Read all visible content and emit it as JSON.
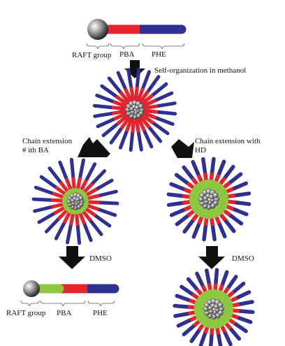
{
  "labels": {
    "top_raft": "RAFT group",
    "top_pba": "PBA",
    "top_phe": "PHE",
    "self_org": "Self-organization in methanol",
    "chain_ba_line1": "Chain extension",
    "chain_ba_line2": "# ith BA",
    "chain_hd_line1": "Chain extension with",
    "chain_hd_line2": "HD",
    "dmso_left": "DMSO",
    "dmso_right": "DMSO",
    "bottom_raft": "RAFT group",
    "bottom_pba": "PBA",
    "bottom_phe": "PHE"
  },
  "colors": {
    "pba": "#e8242b",
    "phe": "#2e3192",
    "ba_block": "#8dc63f",
    "core_gray": "#8c8c8c",
    "arrow": "#111111"
  },
  "icons": {
    "raft_group": "sphere-icon",
    "arrow": "block-arrow-icon"
  }
}
